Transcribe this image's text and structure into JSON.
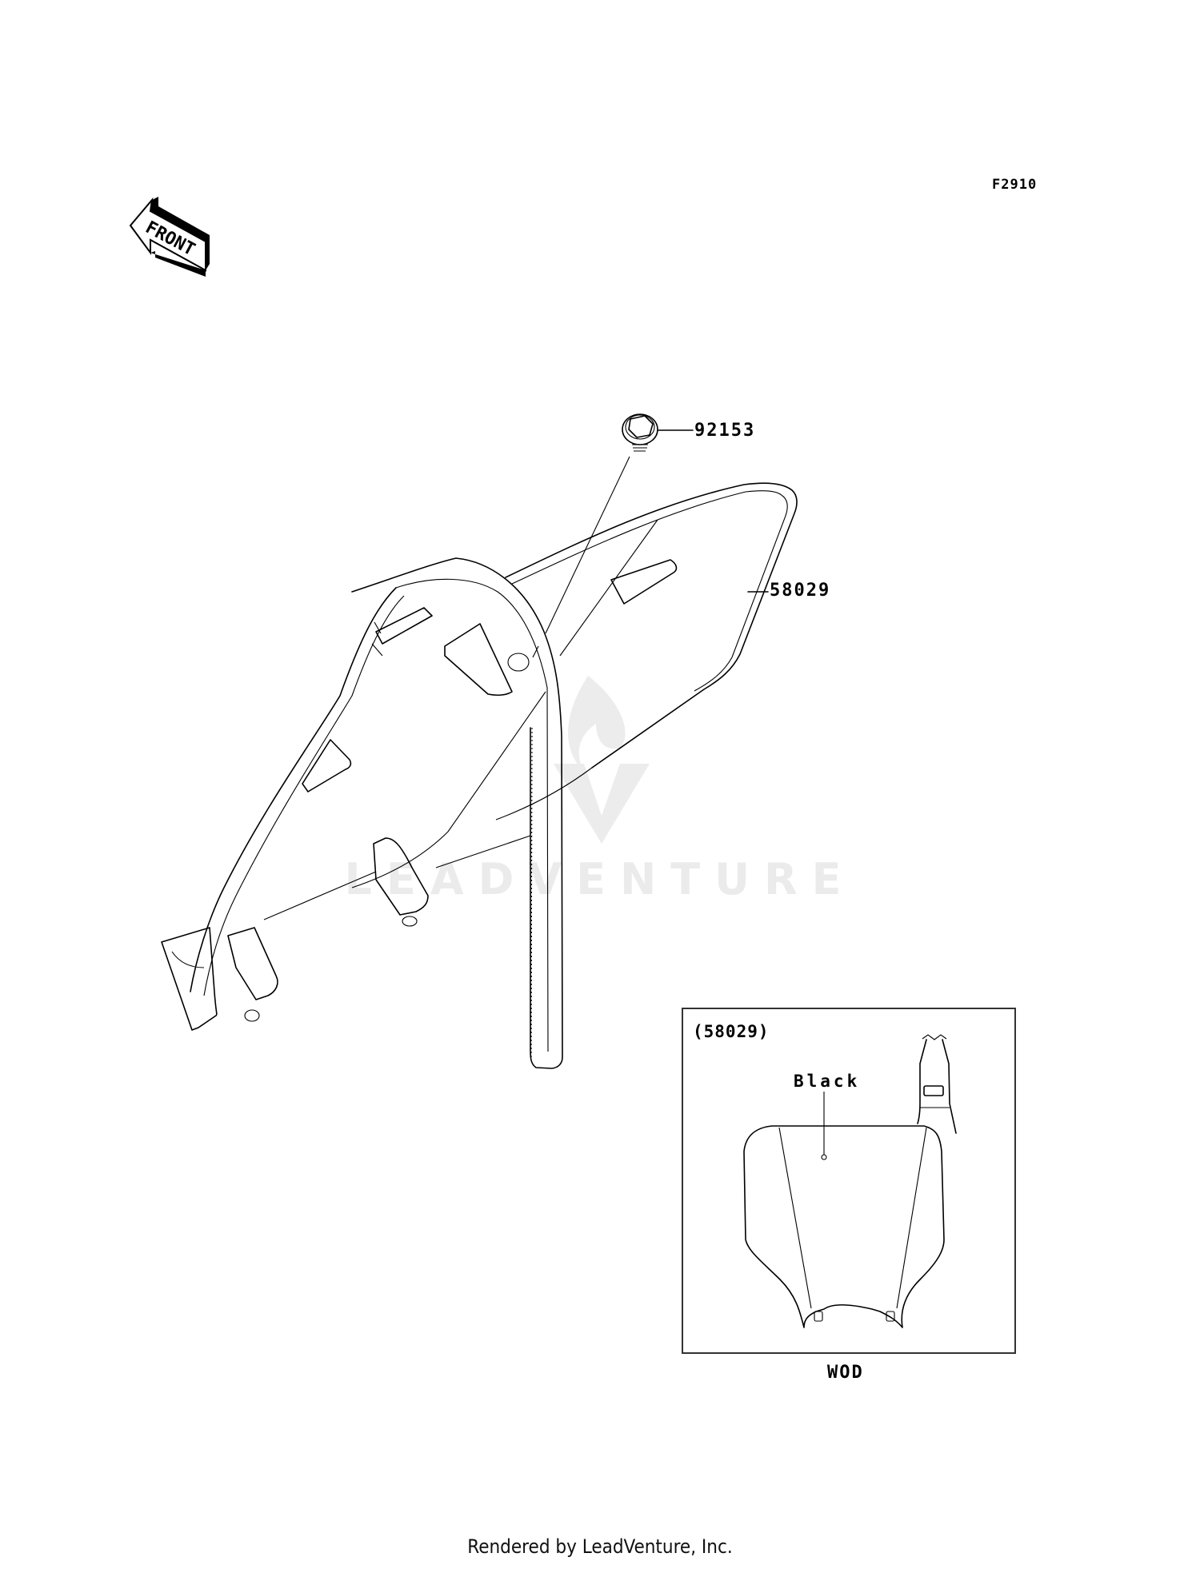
{
  "header": {
    "diagram_code": "F2910",
    "front_indicator": "FRONT"
  },
  "callouts": [
    {
      "part_number": "92153",
      "target": "bolt"
    },
    {
      "part_number": "58029",
      "target": "number-plate"
    }
  ],
  "inset": {
    "title": "(58029)",
    "color_label": "Black",
    "variant_label": "WOD"
  },
  "watermark": {
    "text": "LEADVENTURE"
  },
  "footer": {
    "text": "Rendered by LeadVenture, Inc."
  }
}
